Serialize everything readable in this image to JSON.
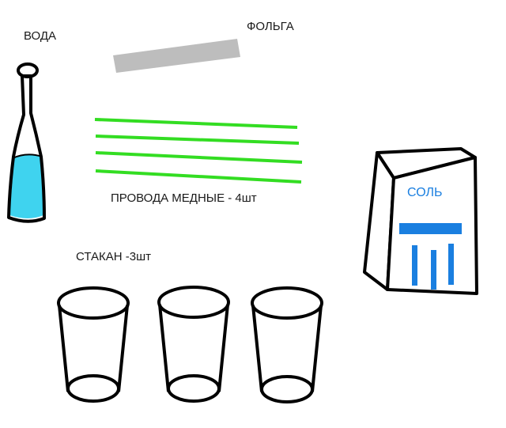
{
  "labels": {
    "water": "ВОДА",
    "foil": "ФОЛЬГА",
    "wires": "ПРОВОДА МЕДНЫЕ - 4шт",
    "glasses": "СТАКАН  -3шт",
    "salt": "СОЛЬ"
  },
  "colors": {
    "outline": "#000000",
    "water": "#3fd3ef",
    "foil": "#bdbdbd",
    "wire": "#33dd22",
    "salt_accent": "#1a7fe0",
    "text": "#1a1a1a"
  },
  "counts": {
    "wires": 4,
    "glasses": 3
  }
}
